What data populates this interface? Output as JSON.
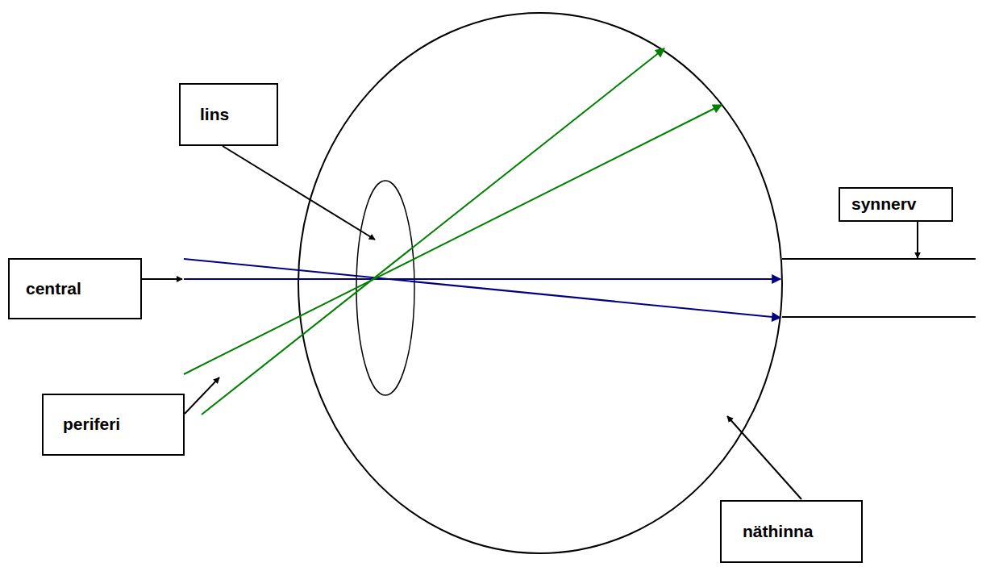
{
  "diagram": {
    "nodes": [
      {
        "text": [
          "lins"
        ]
      },
      {
        "text": [
          "synnerv"
        ]
      },
      {
        "text": [
          "central"
        ]
      },
      {
        "text": [
          "periferi"
        ]
      },
      {
        "text": [
          "näthinna"
        ]
      }
    ]
  }
}
